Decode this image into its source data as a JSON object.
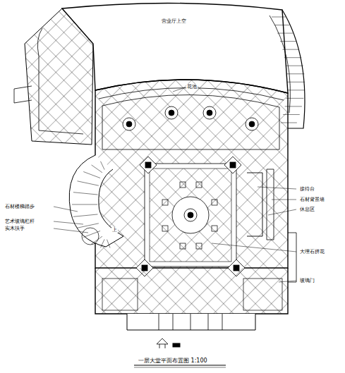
{
  "diagram": {
    "title": "一层大堂平面布置图 1:100",
    "labels": [
      "营业厅上空",
      "花池",
      "石材楼梯踏步",
      "艺术玻璃栏杆",
      "实木扶手",
      "上",
      "接待台",
      "石材背景墙",
      "休息区",
      "大理石拼花",
      "玻璃门"
    ]
  }
}
